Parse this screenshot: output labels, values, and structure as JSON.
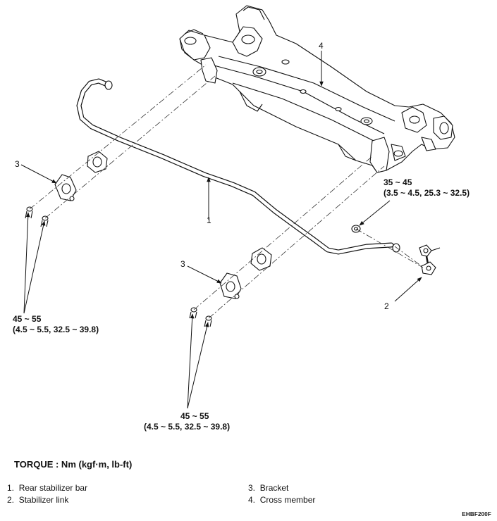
{
  "callouts": {
    "c1": "1",
    "c2": "2",
    "c3a": "3",
    "c3b": "3",
    "c4": "4"
  },
  "torque_values": {
    "left": {
      "range": "45 ~ 55",
      "conv": "(4.5 ~ 5.5, 32.5 ~ 39.8)"
    },
    "bottom": {
      "range": "45 ~ 55",
      "conv": "(4.5 ~ 5.5, 32.5 ~ 39.8)"
    },
    "link": {
      "range": "35 ~ 45",
      "conv": "(3.5 ~ 4.5, 25.3 ~ 32.5)"
    }
  },
  "torque_unit": "TORQUE : Nm (kgf·m, lb-ft)",
  "legend": [
    {
      "num": "1.",
      "text": "Rear stabilizer bar"
    },
    {
      "num": "2.",
      "text": "Stabilizer link"
    },
    {
      "num": "3.",
      "text": "Bracket"
    },
    {
      "num": "4.",
      "text": "Cross member"
    }
  ],
  "figure_code": "EHBF200F"
}
